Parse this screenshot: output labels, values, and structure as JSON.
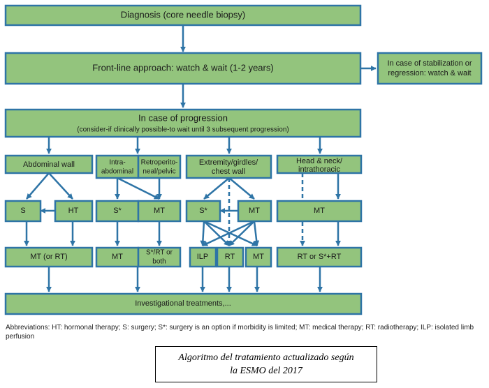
{
  "diagram": {
    "diagnosis": "Diagnosis (core needle biopsy)",
    "frontline": "Front-line approach: watch & wait (1-2 years)",
    "stabilization": [
      "In case of stabilization or",
      "regression: watch & wait"
    ],
    "progression_title": "In case of progression",
    "progression_note": "(consider-if clinically possible-to wait until 3 subsequent progression)",
    "abdominal_wall": "Abdominal wall",
    "intra_abdominal": [
      "Intra-",
      "abdominal"
    ],
    "retroperitoneal": [
      "Retroperito-",
      "neal/pelvic"
    ],
    "extremity": [
      "Extremity/girdles/",
      "chest wall"
    ],
    "head_neck": [
      "Head & neck/",
      "intrathoracic"
    ],
    "s": "S",
    "ht": "HT",
    "s_star": "S*",
    "mt": "MT",
    "mt_or_rt": "MT (or RT)",
    "s_star_rt_both": [
      "S*/RT or",
      "both"
    ],
    "ilp": "ILP",
    "rt": "RT",
    "rt_or_s_star_rt": "RT or S*+RT",
    "investigational": "Investigational treatments,..."
  },
  "abbreviations": "Abbreviations: HT: hormonal therapy; S: surgery; S*: surgery is an option if morbidity is limited; MT: medical therapy; RT: radiotherapy; ILP: isolated limb perfusion",
  "caption": {
    "line1": "Algoritmo del tratamiento actualizado según",
    "line2": "la ESMO del 2017"
  },
  "colors": {
    "box_fill": "#93c47d",
    "box_border": "#2e74a6",
    "arrow": "#2e74a6"
  }
}
